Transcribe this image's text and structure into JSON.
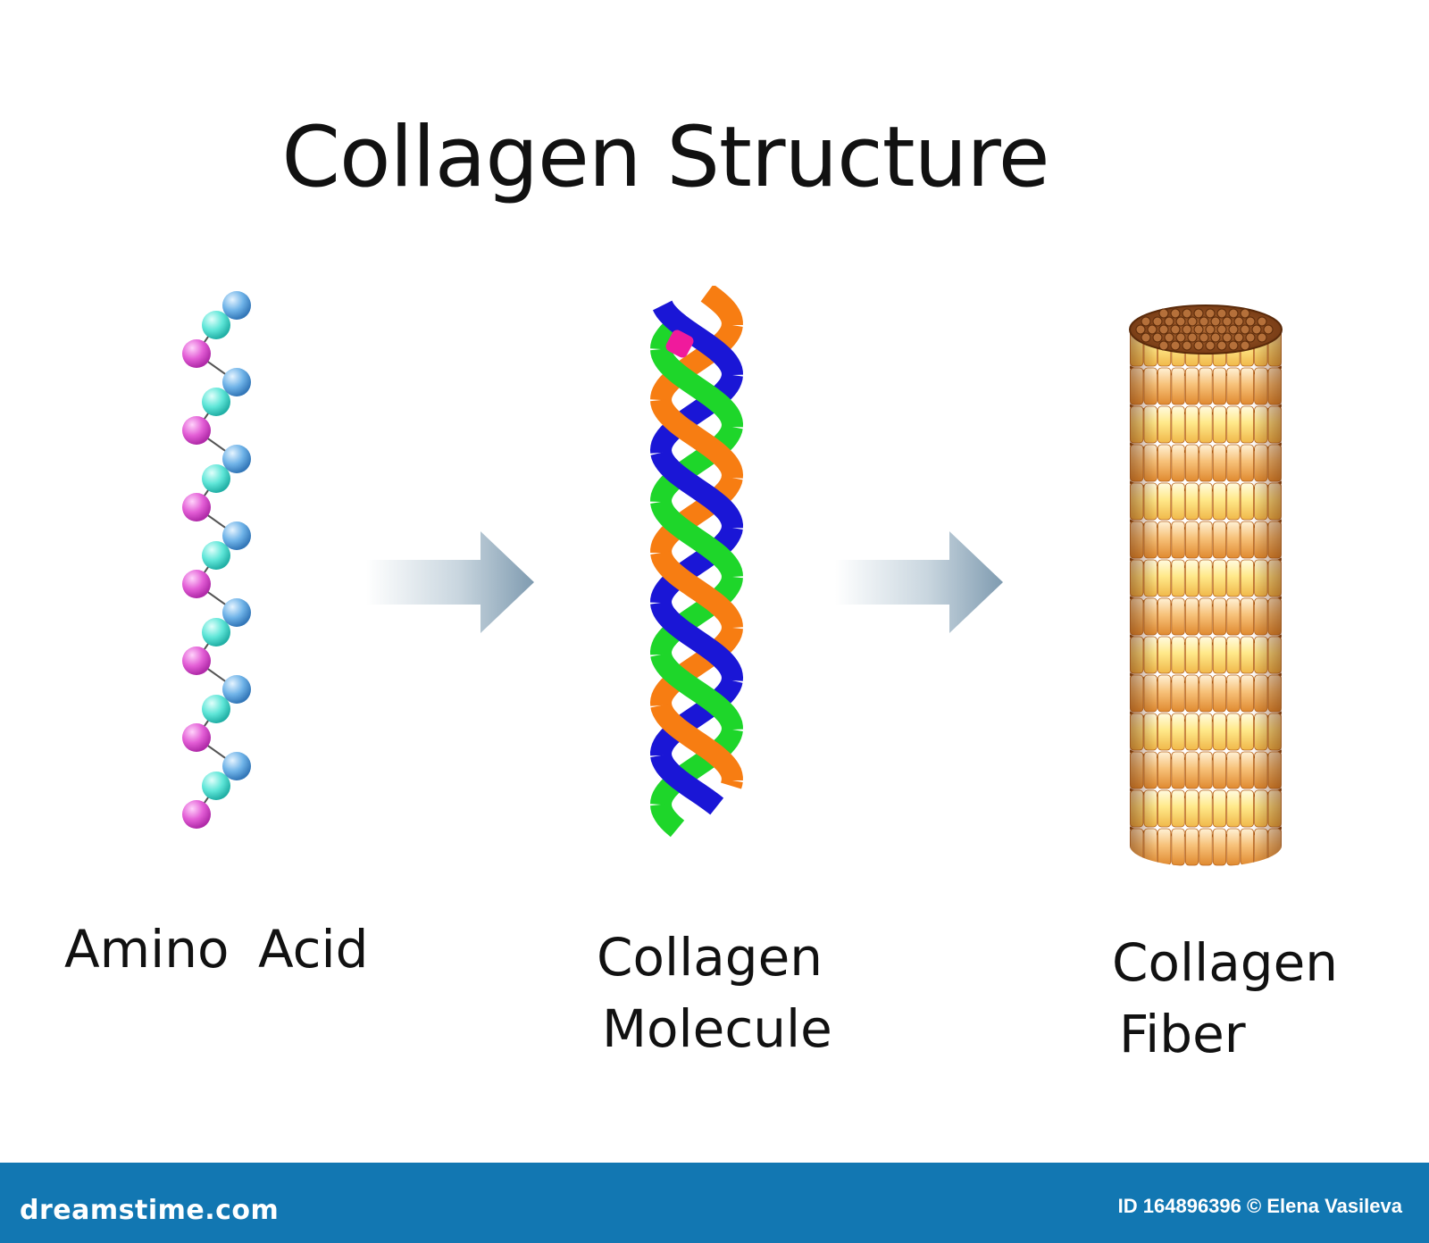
{
  "title": "Collagen Structure",
  "stages": {
    "amino_acid": {
      "label": "Amino  Acid"
    },
    "collagen_molecule": {
      "line1": "Collagen",
      "line2": "Molecule"
    },
    "collagen_fiber": {
      "line1": "Collagen",
      "line2": "Fiber"
    }
  },
  "footer": {
    "brand": "dreamstime.com",
    "credit": "ID 164896396 © Elena Vasileva"
  },
  "colors": {
    "bead_pink": "#e35ed6",
    "bead_cyan": "#5fe6d8",
    "bead_blue": "#6fb3e8",
    "strand_blue": "#1a16d6",
    "strand_green": "#1ed62a",
    "strand_orange": "#f77d12",
    "crosslink_pink": "#f01a9c",
    "arrow": "#8aa4b6",
    "footer_bar": "#1277b2",
    "fiber_cap": "#8a4a1c",
    "fiber_band_light": "#ffe98a",
    "fiber_band_dark": "#f0a24a"
  }
}
